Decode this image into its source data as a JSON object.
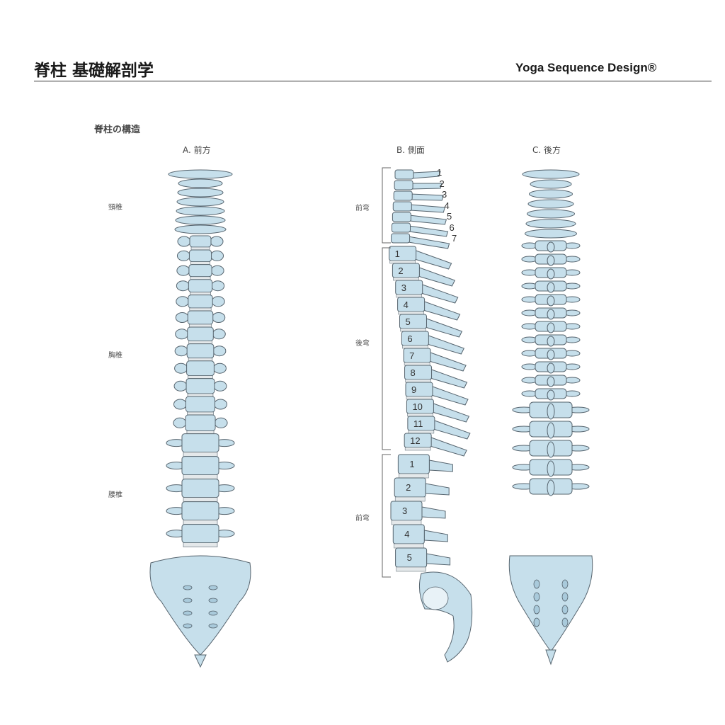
{
  "header": {
    "title": "脊柱 基礎解剖学",
    "brand": "Yoga Sequence Design®"
  },
  "figure": {
    "subtitle": "脊柱の構造",
    "views": {
      "front": "A. 前方",
      "lateral": "B. 側面",
      "back": "C. 後方"
    },
    "regions": {
      "cervical": "頸椎",
      "thoracic": "胸椎",
      "lumbar": "腰椎"
    },
    "curves": {
      "cervical": "前弯",
      "thoracic": "後弯",
      "lumbar": "前弯"
    },
    "cervical_numbers": [
      "1",
      "2",
      "3",
      "4",
      "5",
      "6",
      "7"
    ],
    "thoracic_numbers": [
      "1",
      "2",
      "3",
      "4",
      "5",
      "6",
      "7",
      "8",
      "9",
      "10",
      "11",
      "12"
    ],
    "lumbar_numbers": [
      "1",
      "2",
      "3",
      "4",
      "5"
    ],
    "colors": {
      "bone": "#c6dfeb",
      "bone_shade": "#a9cadb",
      "outline": "#56646e",
      "disc": "#e4e8ea"
    }
  }
}
